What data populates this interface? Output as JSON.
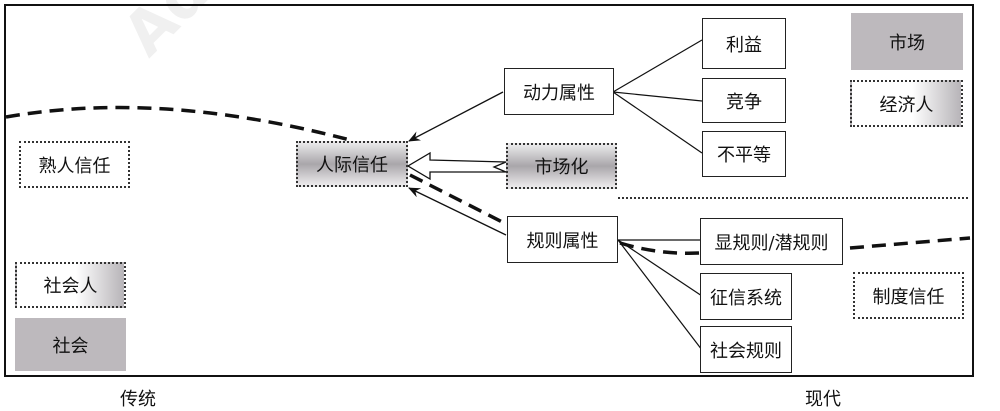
{
  "watermark": "Adv",
  "nodes": {
    "acquaintance_trust": "熟人信任",
    "interpersonal_trust": "人际信任",
    "marketization": "市场化",
    "dynamic_attribute": "动力属性",
    "interest": "利益",
    "competition": "竞争",
    "inequality": "不平等",
    "rule_attribute": "规则属性",
    "explicit_implicit_rules": "显规则/潜规则",
    "credit_system": "征信系统",
    "social_rules": "社会规则",
    "market": "市场",
    "economic_man": "经济人",
    "institutional_trust": "制度信任",
    "social_man": "社会人",
    "society": "社会"
  },
  "axis": {
    "left_label": "传统",
    "right_label": "现代"
  }
}
